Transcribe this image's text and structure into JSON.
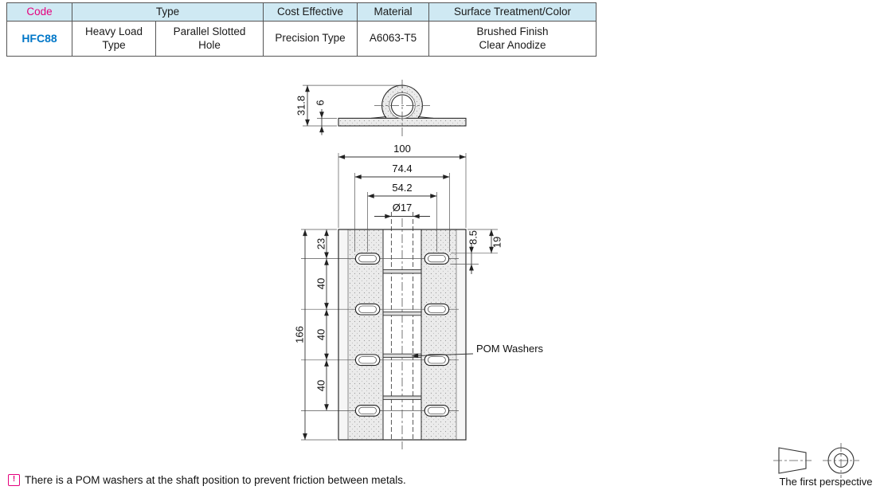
{
  "table": {
    "headers": {
      "code": "Code",
      "type": "Type",
      "cost_effective": "Cost Effective",
      "material": "Material",
      "surface": "Surface Treatment/Color"
    },
    "cells": {
      "code": "HFC88",
      "type_load": [
        "Heavy Load",
        "Type"
      ],
      "type_hole": [
        "Parallel Slotted",
        "Hole"
      ],
      "cost_effective": "Precision Type",
      "material": "A6063-T5",
      "surface": [
        "Brushed Finish",
        "Clear Anodize"
      ]
    }
  },
  "drawing": {
    "profile_dims": {
      "height": "31.8",
      "thickness": "6"
    },
    "front_dims": {
      "width": "100",
      "slot_outer": "74.4",
      "slot_centers": "54.2",
      "shaft_dia": "Ø17",
      "slot_height": "8.5",
      "edge_to_slot": "19",
      "left": [
        "23",
        "40",
        "40",
        "40"
      ],
      "total_height": "166"
    },
    "pom_label": "POM Washers"
  },
  "note": {
    "icon_glyph": "!",
    "text": "There is a POM washers at the shaft position to prevent friction between metals."
  },
  "perspective": {
    "label": "The first perspective"
  },
  "colors": {
    "header_bg": "#cfe9f3",
    "code_text": "#0077c8",
    "accent_pink": "#e5007d"
  }
}
